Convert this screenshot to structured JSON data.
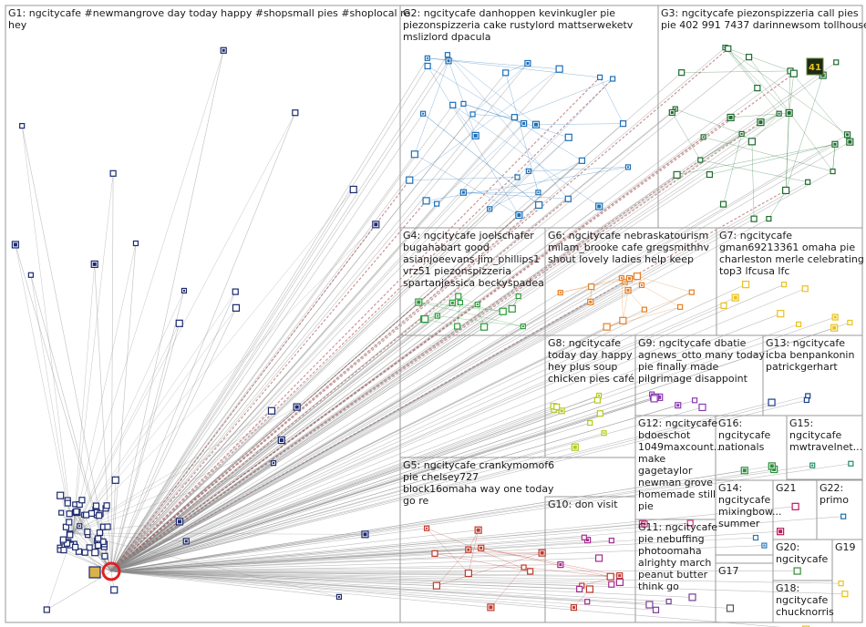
{
  "groups": [
    {
      "id": "G1",
      "lines": [
        "G1: ngcitycafe #newmangrove day today happy #shopsmall pies #shoplocal re",
        "hey"
      ],
      "color": "#1c2a6e"
    },
    {
      "id": "G2",
      "lines": [
        "G2: ngcitycafe danhoppen kevinkugler pie",
        "piezonspizzeria cake rustylord mattserweketv",
        "mslizlord dpacula"
      ],
      "color": "#1d6fb8"
    },
    {
      "id": "G3",
      "lines": [
        "G3: ngcitycafe piezonspizzeria call pies",
        "pie 402 991 7437 darinnewsom tollhouse"
      ],
      "color": "#1e6b2e"
    },
    {
      "id": "G4",
      "lines": [
        "G4: ngcitycafe joelschafer",
        "bugahabart good",
        "asianjoeevans jim_phillips1",
        "vrz51 piezonspizzeria",
        "spartanjessica beckyspadea"
      ],
      "color": "#2e9a3a"
    },
    {
      "id": "G5",
      "lines": [
        "G5: ngcitycafe crankymomof6",
        "pie chelsey727",
        "block16omaha way one today",
        "go re"
      ],
      "color": "#c0392b"
    },
    {
      "id": "G6",
      "lines": [
        "G6: ngcitycafe nebraskatourism",
        "milam_brooke cafe gregsmithhv",
        "shout lovely ladies help keep"
      ],
      "color": "#e67e22"
    },
    {
      "id": "G7",
      "lines": [
        "G7: ngcitycafe",
        "gman69213361 omaha pie",
        "charleston merle celebrating",
        "top3 lfcusa lfc"
      ],
      "color": "#e8c21a"
    },
    {
      "id": "G8",
      "lines": [
        "G8: ngcitycafe",
        "today day happy",
        "hey plus soup",
        "chicken pies café"
      ],
      "color": "#b5c91f"
    },
    {
      "id": "G9",
      "lines": [
        "G9: ngcitycafe dbatie",
        "agnews_otto many today",
        "pie finally made",
        "pilgrimage disappoint"
      ],
      "color": "#8a3ab0"
    },
    {
      "id": "G10",
      "lines": [
        "G10: don visit"
      ],
      "color": "#a52a8c"
    },
    {
      "id": "G11",
      "lines": [
        "G11: ngcitycafe",
        "pie nebuffing",
        "photoomaha",
        "alrighty march",
        "peanut butter",
        "think go"
      ],
      "color": "#7a3d9a"
    },
    {
      "id": "G12",
      "lines": [
        "G12: ngcitycafe",
        "bdoeschot",
        "1049maxcount...",
        "make",
        "gagetaylor",
        "newman grove",
        "homemade still",
        "pie"
      ],
      "color": "#c23a7a"
    },
    {
      "id": "G13",
      "lines": [
        "G13: ngcitycafe",
        "icba benpankonin",
        "patrickgerhart"
      ],
      "color": "#1b3f8a"
    },
    {
      "id": "G14",
      "lines": [
        "G14:",
        "ngcitycafe",
        "mixingbow...",
        "summer"
      ],
      "color": "#2a7ab5"
    },
    {
      "id": "G15",
      "lines": [
        "G15:",
        "ngcitycafe",
        "mwtravelnet..."
      ],
      "color": "#1f8f6a"
    },
    {
      "id": "G16",
      "lines": [
        "G16:",
        "ngcitycafe",
        "nationals"
      ],
      "color": "#2a8f3a"
    },
    {
      "id": "G17",
      "lines": [
        "G17"
      ],
      "color": "#555555"
    },
    {
      "id": "G18",
      "lines": [
        "G18:",
        "ngcitycafe",
        "chucknorris"
      ],
      "color": "#e8c21a"
    },
    {
      "id": "G19",
      "lines": [
        "G19"
      ],
      "color": "#e8c21a"
    },
    {
      "id": "G20",
      "lines": [
        "G20:",
        "ngcitycafe"
      ],
      "color": "#3a8a3a"
    },
    {
      "id": "G21",
      "lines": [
        "G21"
      ],
      "color": "#c2185b"
    },
    {
      "id": "G22",
      "lines": [
        "G22:",
        "primo"
      ],
      "color": "#1b6fa8"
    }
  ],
  "node_labels": {
    "g3_feature_count": "41"
  },
  "colors": {
    "edge": "#8a8a8a",
    "hub_edge": "#a04040",
    "hub_ring": "#e02020",
    "box_border": "#9a9a9a"
  }
}
